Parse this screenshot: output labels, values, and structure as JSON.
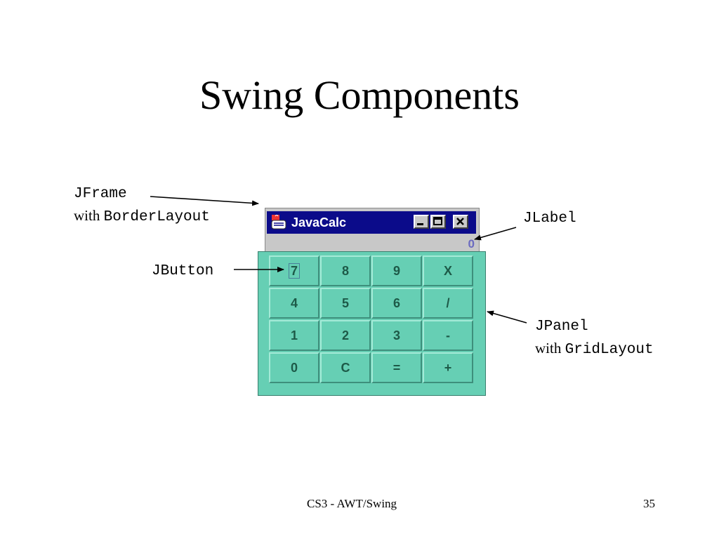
{
  "slide": {
    "title": "Swing Components",
    "footer_left": "CS3 - AWT/Swing",
    "page_number": "35"
  },
  "callouts": {
    "jframe": {
      "class_name": "JFrame",
      "with_word": "with",
      "layout_name": "BorderLayout"
    },
    "jlabel": {
      "class_name": "JLabel"
    },
    "jbutton": {
      "class_name": "JButton"
    },
    "jpanel": {
      "class_name": "JPanel",
      "with_word": "with",
      "layout_name": "GridLayout"
    }
  },
  "window": {
    "title": "JavaCalc",
    "display_value": "0",
    "icon": "java-cup-icon",
    "controls": [
      "minimize-icon",
      "maximize-icon",
      "close-icon"
    ]
  },
  "keypad": {
    "keys": [
      "7",
      "8",
      "9",
      "X",
      "4",
      "5",
      "6",
      "/",
      "1",
      "2",
      "3",
      "-",
      "0",
      "C",
      "=",
      "+"
    ]
  },
  "colors": {
    "titlebar": "#0b0b8a",
    "panel": "#66cfb4",
    "key_text": "#1d5a48",
    "display_text": "#6b6bc0",
    "frame": "#c8c8c8"
  }
}
